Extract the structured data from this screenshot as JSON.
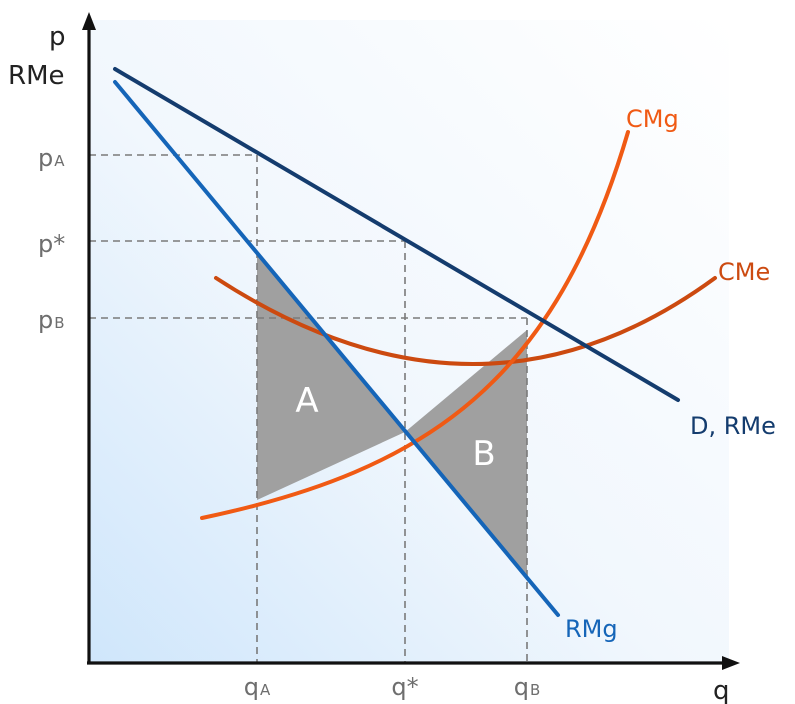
{
  "axes": {
    "y_label_1": "p",
    "y_label_2": "RMe",
    "x_label": "q"
  },
  "ticks": {
    "y": [
      {
        "base": "p",
        "sub": "A"
      },
      {
        "base": "p*",
        "sub": ""
      },
      {
        "base": "p",
        "sub": "B"
      }
    ],
    "x": [
      {
        "base": "q",
        "sub": "A"
      },
      {
        "base": "q*",
        "sub": ""
      },
      {
        "base": "q",
        "sub": "B"
      }
    ]
  },
  "curves": {
    "demand": {
      "label": "D, RMe",
      "color": "#143c6e"
    },
    "marginal_revenue": {
      "label": "RMg",
      "color": "#1565b8"
    },
    "marginal_cost": {
      "label": "CMg",
      "color": "#f05a14"
    },
    "average_cost": {
      "label": "CMe",
      "color": "#cc4a10"
    }
  },
  "regions": {
    "A": {
      "label": "A",
      "color": "#a0a0a0"
    },
    "B": {
      "label": "B",
      "color": "#a0a0a0"
    }
  },
  "colors": {
    "background_gradient_start": "#cfe6fb",
    "background_gradient_end": "#ffffff"
  }
}
